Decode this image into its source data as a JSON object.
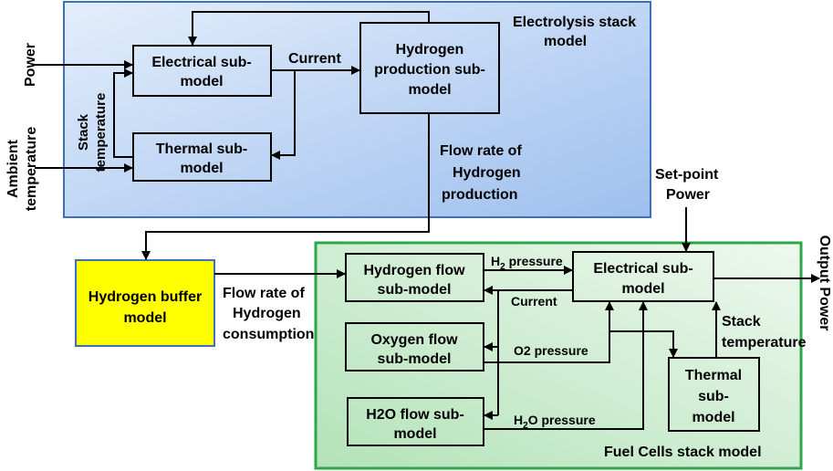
{
  "colors": {
    "electrolysis_panel": "#9ebfee",
    "electrolysis_border": "#3f6fb6",
    "fuel_cell_panel": "#b3e3b8",
    "fuel_cell_border": "#2ea64a",
    "hydrogen_buffer": "#ffff00",
    "outline": "#000000"
  },
  "electrolysis": {
    "title_line1": "Electrolysis stack",
    "title_line2": "model",
    "electrical_line1": "Electrical sub-",
    "electrical_line2": "model",
    "thermal_line1": "Thermal sub-",
    "thermal_line2": "model",
    "hydrogen_production_line1": "Hydrogen",
    "hydrogen_production_line2": "production sub-",
    "hydrogen_production_line3": "model"
  },
  "labels": {
    "power": "Power",
    "ambient_temperature_line1": "Ambient",
    "ambient_temperature_line2": "temperature",
    "stack_temperature_line1": "Stack",
    "stack_temperature_line2": "temperature",
    "current": "Current",
    "flow_rate_production_line1": "Flow rate of",
    "flow_rate_production_line2": "Hydrogen",
    "flow_rate_production_line3": "production",
    "flow_rate_consumption_line1": "Flow rate of",
    "flow_rate_consumption_line2": "Hydrogen",
    "flow_rate_consumption_line3": "consumption",
    "set_point_power_line1": "Set-point",
    "set_point_power_line2": "Power",
    "output_power": "Output Power"
  },
  "hydrogen_buffer": {
    "line1": "Hydrogen buffer",
    "line2": "model"
  },
  "fuel_cell": {
    "title": "Fuel Cells stack model",
    "hydrogen_flow_line1": "Hydrogen flow",
    "hydrogen_flow_line2": "sub-model",
    "oxygen_flow_line1": "Oxygen flow",
    "oxygen_flow_line2": "sub-model",
    "h2o_flow_line1": "H2O flow sub-",
    "h2o_flow_line2": "model",
    "electrical_line1": "Electrical sub-",
    "electrical_line2": "model",
    "thermal_line1": "Thermal",
    "thermal_line2": "sub-",
    "thermal_line3": "model",
    "h2_pressure_prefix": "H",
    "h2_pressure_subscript": "2",
    "h2_pressure_suffix": " pressure",
    "current": "Current",
    "o2_pressure": "O2 pressure",
    "h2o_pressure_prefix": "H",
    "h2o_pressure_subscript": "2",
    "h2o_pressure_suffix": "O pressure",
    "stack_temperature_line1": "Stack",
    "stack_temperature_line2": "temperature"
  }
}
